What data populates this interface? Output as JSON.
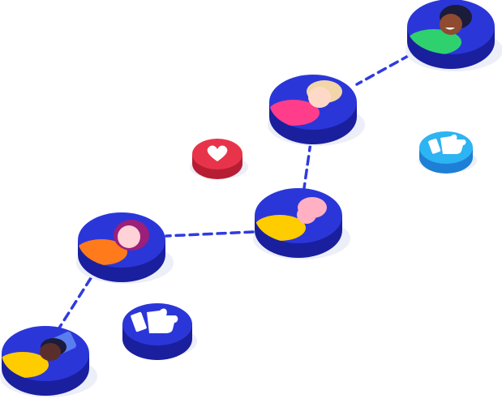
{
  "colors": {
    "disc_top": "#2b36d9",
    "disc_side": "#1a1f9e",
    "disc_shadow": "#eceef8",
    "connector": "#2f3be0",
    "heart_top": "#e8344a",
    "heart_side": "#b71e33",
    "like_light_top": "#2db4f2",
    "like_light_side": "#1e7fd6"
  },
  "nodes": [
    {
      "id": "node-1",
      "body_color": "#2ed16e",
      "face_color": "#8e4b2f",
      "hair_color": "#1b1b3a"
    },
    {
      "id": "node-2",
      "body_color": "#ff3d8b",
      "face_color": "#ffd9c7",
      "hair_color": "#f2d6a8"
    },
    {
      "id": "node-3",
      "body_color": "#ffcc00",
      "face_color": "#ffb0c2",
      "hair_color": "#ffb0c2"
    },
    {
      "id": "node-4",
      "body_color": "#ff7a1a",
      "face_color": "#ffd2d8",
      "hair_color": "#9c1f7a"
    },
    {
      "id": "node-5",
      "body_color": "#ffcc00",
      "face_color": "#5a2e2a",
      "hair_color": "#1b1b3a"
    }
  ],
  "icons": [
    "heart-icon",
    "thumbs-up-icon",
    "thumbs-up-icon"
  ]
}
